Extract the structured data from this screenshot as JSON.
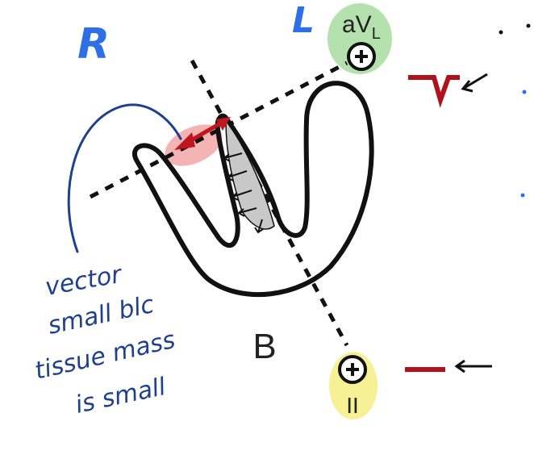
{
  "handwritten": {
    "right_letter": "R",
    "left_letter": "L",
    "note_lines": [
      "vector",
      "small blc",
      "tissue mass",
      "is small"
    ]
  },
  "diagram": {
    "lead_avl": {
      "name": "aV",
      "subscript": "L",
      "symbol": "+"
    },
    "lead_ii": {
      "name": "II",
      "symbol": "+"
    },
    "label_b": "B"
  },
  "colors": {
    "ink_blue": "#1f3f8f",
    "letter_blue": "#2f6fe6",
    "ecg_red": "#b0121b",
    "arrow_red": "#c0171f",
    "highlight_green": "#a8dca0",
    "highlight_yellow": "#f5f08a",
    "highlight_pink": "#f2a7a7",
    "shade_gray": "#c8c8c8"
  }
}
